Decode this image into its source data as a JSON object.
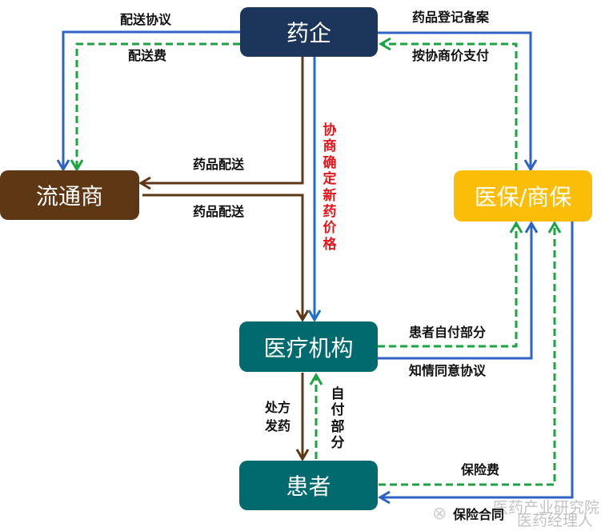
{
  "colors": {
    "pharma": "#1b355b",
    "distributor": "#5e3714",
    "insurer": "#fbbd08",
    "hospital": "#006a6f",
    "patient": "#006a6f",
    "blue_line": "#2f63c4",
    "green_line": "#1aa540",
    "brown_line": "#5e3714",
    "red_text": "#e8141a"
  },
  "nodes": {
    "pharma": "药企",
    "distributor": "流通商",
    "insurer": "医保/商保",
    "hospital": "医疗机构",
    "patient": "患者"
  },
  "edges": [
    {
      "id": "delivery-agreement",
      "from": "药企",
      "to": "流通商",
      "style": "blue-solid",
      "label": "配送协议"
    },
    {
      "id": "delivery-fee",
      "from": "药企",
      "to": "流通商",
      "style": "green-dashed",
      "label": "配送费"
    },
    {
      "id": "drug-registration",
      "from": "药企",
      "to": "医保/商保",
      "style": "blue-solid",
      "label": "药品登记备案"
    },
    {
      "id": "negotiated-payment",
      "from": "医保/商保",
      "to": "药企",
      "style": "green-dashed",
      "label": "按协商价支付"
    },
    {
      "id": "drug-delivery-in",
      "from": "药企",
      "to": "流通商",
      "style": "brown-solid",
      "label": "药品配送"
    },
    {
      "id": "drug-delivery-out",
      "from": "流通商",
      "to": "医疗机构",
      "style": "brown-solid",
      "label": "药品配送"
    },
    {
      "id": "price-negotiation",
      "from": "药企",
      "to": "医疗机构",
      "style": "blue-solid",
      "label": "协商确定新药价格"
    },
    {
      "id": "patient-copay-insurer",
      "from": "医疗机构",
      "to": "医保/商保",
      "style": "green-dashed",
      "label": "患者自付部分"
    },
    {
      "id": "informed-consent",
      "from": "医疗机构",
      "to": "医保/商保",
      "style": "blue-solid",
      "label": "知情同意协议"
    },
    {
      "id": "prescription",
      "from": "医疗机构",
      "to": "患者",
      "style": "brown-solid",
      "label": "处方发药"
    },
    {
      "id": "self-pay",
      "from": "患者",
      "to": "医疗机构",
      "style": "green-dashed",
      "label": "自付部分"
    },
    {
      "id": "premium",
      "from": "患者",
      "to": "医保/商保",
      "style": "green-dashed",
      "label": "保险费"
    },
    {
      "id": "insurance-contract",
      "from": "医保/商保",
      "to": "患者",
      "style": "blue-solid",
      "label": "保险合同"
    }
  ],
  "labels": {
    "delivery_agreement": "配送协议",
    "delivery_fee": "配送费",
    "drug_registration": "药品登记备案",
    "negotiated_payment": "按协商价支付",
    "drug_delivery_top": "药品配送",
    "drug_delivery_bottom": "药品配送",
    "price_negotiation": "协商确定新药价格",
    "patient_copay": "患者自付部分",
    "informed_consent": "知情同意协议",
    "prescription_line1": "处方",
    "prescription_line2": "发药",
    "self_pay": "自付部分",
    "premium": "保险费",
    "insurance_contract": "保险合同"
  },
  "watermark": {
    "line1": "医药产业研究院",
    "line2": "医药经理人"
  }
}
